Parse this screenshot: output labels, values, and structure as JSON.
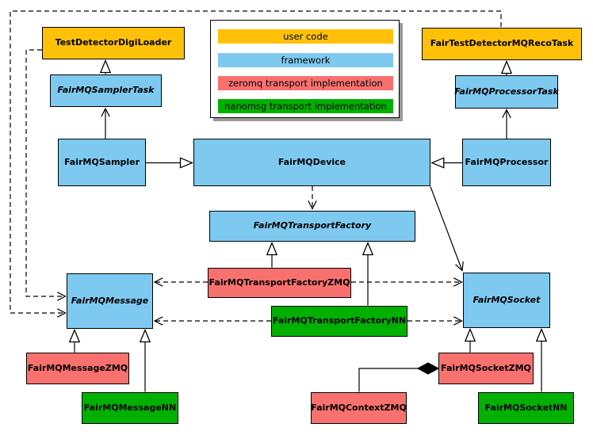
{
  "title": "FairMQ class diagram",
  "palette": {
    "user_code": "#FFC107",
    "framework": "#7EC9F0",
    "zeromq": "#F8716F",
    "nanomsg": "#01B001",
    "line": "#000000",
    "legend_shadow": "#999999",
    "background": "#FFFFFF"
  },
  "legend": {
    "items": [
      {
        "label": "user code",
        "category": "user_code"
      },
      {
        "label": "framework",
        "category": "framework"
      },
      {
        "label": "zeromq transport implementation",
        "category": "zeromq"
      },
      {
        "label": "nanomsg transport implementation",
        "category": "nanomsg"
      }
    ]
  },
  "nodes": {
    "testDetectorDigiLoader": {
      "label": "TestDetectorDigiLoader",
      "category": "user_code",
      "abstract": false
    },
    "fairTestDetectorMQRecoTask": {
      "label": "FairTestDetectorMQRecoTask",
      "category": "user_code",
      "abstract": false
    },
    "fairMQSamplerTask": {
      "label": "FairMQSamplerTask",
      "category": "framework",
      "abstract": true
    },
    "fairMQProcessorTask": {
      "label": "FairMQProcessorTask",
      "category": "framework",
      "abstract": true
    },
    "fairMQSampler": {
      "label": "FairMQSampler",
      "category": "framework",
      "abstract": false
    },
    "fairMQDevice": {
      "label": "FairMQDevice",
      "category": "framework",
      "abstract": false
    },
    "fairMQProcessor": {
      "label": "FairMQProcessor",
      "category": "framework",
      "abstract": false
    },
    "fairMQTransportFactory": {
      "label": "FairMQTransportFactory",
      "category": "framework",
      "abstract": true
    },
    "fairMQTransportFactoryZMQ": {
      "label": "FairMQTransportFactoryZMQ",
      "category": "zeromq",
      "abstract": false
    },
    "fairMQTransportFactoryNN": {
      "label": "FairMQTransportFactoryNN",
      "category": "nanomsg",
      "abstract": false
    },
    "fairMQMessage": {
      "label": "FairMQMessage",
      "category": "framework",
      "abstract": true
    },
    "fairMQSocket": {
      "label": "FairMQSocket",
      "category": "framework",
      "abstract": true
    },
    "fairMQMessageZMQ": {
      "label": "FairMQMessageZMQ",
      "category": "zeromq",
      "abstract": false
    },
    "fairMQMessageNN": {
      "label": "FairMQMessageNN",
      "category": "nanomsg",
      "abstract": false
    },
    "fairMQSocketZMQ": {
      "label": "FairMQSocketZMQ",
      "category": "zeromq",
      "abstract": false
    },
    "fairMQSocketNN": {
      "label": "FairMQSocketNN",
      "category": "nanomsg",
      "abstract": false
    },
    "fairMQContextZMQ": {
      "label": "FairMQContextZMQ",
      "category": "zeromq",
      "abstract": false
    }
  },
  "edges": [
    {
      "from": "FairMQSamplerTask",
      "to": "TestDetectorDigiLoader",
      "line": "solid",
      "head": "hollow-triangle"
    },
    {
      "from": "FairMQProcessorTask",
      "to": "FairTestDetectorMQRecoTask",
      "line": "solid",
      "head": "hollow-triangle"
    },
    {
      "from": "FairMQSampler",
      "to": "FairMQSamplerTask",
      "line": "solid",
      "head": "open-arrow"
    },
    {
      "from": "FairMQProcessor",
      "to": "FairMQProcessorTask",
      "line": "solid",
      "head": "open-arrow"
    },
    {
      "from": "FairMQSampler",
      "to": "FairMQDevice",
      "line": "solid",
      "head": "hollow-triangle"
    },
    {
      "from": "FairMQProcessor",
      "to": "FairMQDevice",
      "line": "solid",
      "head": "hollow-triangle"
    },
    {
      "from": "FairMQDevice",
      "to": "FairMQTransportFactory",
      "line": "dashed",
      "head": "open-arrow"
    },
    {
      "from": "FairMQDevice",
      "to": "FairMQSocket",
      "line": "solid",
      "head": "open-arrow"
    },
    {
      "from": "TestDetectorDigiLoader",
      "to": "FairMQMessage",
      "line": "dashed",
      "head": "open-arrow"
    },
    {
      "from": "FairTestDetectorMQRecoTask",
      "to": "FairMQMessage",
      "line": "dashed",
      "head": "open-arrow"
    },
    {
      "from": "FairMQTransportFactoryZMQ",
      "to": "FairMQTransportFactory",
      "line": "solid",
      "head": "hollow-triangle"
    },
    {
      "from": "FairMQTransportFactoryNN",
      "to": "FairMQTransportFactory",
      "line": "solid",
      "head": "hollow-triangle"
    },
    {
      "from": "FairMQTransportFactoryZMQ",
      "to": "FairMQMessage",
      "line": "dashed",
      "head": "open-arrow"
    },
    {
      "from": "FairMQTransportFactoryZMQ",
      "to": "FairMQSocket",
      "line": "dashed",
      "head": "open-arrow"
    },
    {
      "from": "FairMQTransportFactoryNN",
      "to": "FairMQMessage",
      "line": "dashed",
      "head": "open-arrow"
    },
    {
      "from": "FairMQTransportFactoryNN",
      "to": "FairMQSocket",
      "line": "dashed",
      "head": "open-arrow"
    },
    {
      "from": "FairMQMessageZMQ",
      "to": "FairMQMessage",
      "line": "solid",
      "head": "hollow-triangle"
    },
    {
      "from": "FairMQMessageNN",
      "to": "FairMQMessage",
      "line": "solid",
      "head": "hollow-triangle"
    },
    {
      "from": "FairMQSocketZMQ",
      "to": "FairMQSocket",
      "line": "solid",
      "head": "hollow-triangle"
    },
    {
      "from": "FairMQSocketNN",
      "to": "FairMQSocket",
      "line": "solid",
      "head": "hollow-triangle"
    },
    {
      "from": "FairMQContextZMQ",
      "to": "FairMQSocketZMQ",
      "line": "solid",
      "head": "filled-diamond"
    }
  ]
}
